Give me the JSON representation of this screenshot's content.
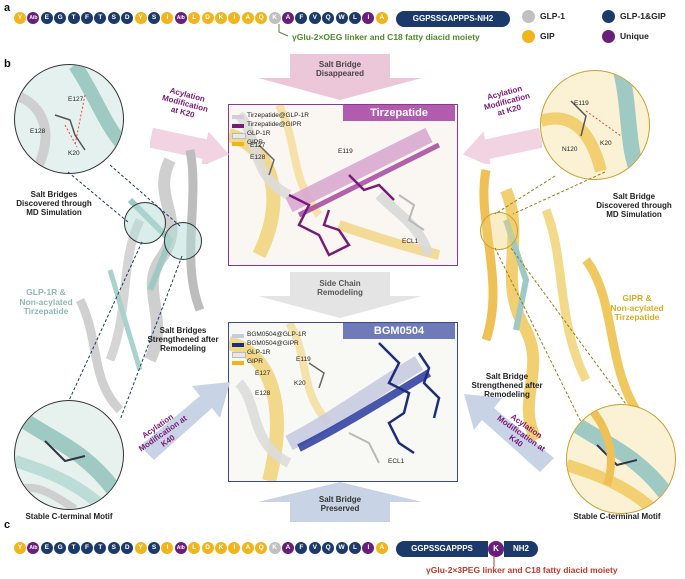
{
  "panel_labels": {
    "a": "a",
    "b": "b",
    "c": "c"
  },
  "colors": {
    "glp1": "#c0c0c0",
    "gip": "#f2b41c",
    "glp1_gip": "#1b3a6b",
    "unique": "#6a1e7c",
    "aib_white": "#ffffff"
  },
  "sequence_a": {
    "residues": [
      {
        "t": "Y",
        "c": "gip"
      },
      {
        "t": "Aib",
        "c": "unique"
      },
      {
        "t": "E",
        "c": "glp1_gip"
      },
      {
        "t": "G",
        "c": "glp1_gip"
      },
      {
        "t": "T",
        "c": "glp1_gip"
      },
      {
        "t": "F",
        "c": "glp1_gip"
      },
      {
        "t": "T",
        "c": "glp1_gip"
      },
      {
        "t": "S",
        "c": "glp1_gip"
      },
      {
        "t": "D",
        "c": "glp1_gip"
      },
      {
        "t": "Y",
        "c": "gip"
      },
      {
        "t": "S",
        "c": "glp1_gip"
      },
      {
        "t": "I",
        "c": "gip"
      },
      {
        "t": "Aib",
        "c": "unique"
      },
      {
        "t": "L",
        "c": "gip"
      },
      {
        "t": "D",
        "c": "gip"
      },
      {
        "t": "K",
        "c": "gip"
      },
      {
        "t": "I",
        "c": "gip"
      },
      {
        "t": "A",
        "c": "gip"
      },
      {
        "t": "Q",
        "c": "gip"
      },
      {
        "t": "K",
        "c": "glp1"
      },
      {
        "t": "A",
        "c": "unique"
      },
      {
        "t": "F",
        "c": "glp1_gip"
      },
      {
        "t": "V",
        "c": "glp1_gip"
      },
      {
        "t": "Q",
        "c": "glp1_gip"
      },
      {
        "t": "W",
        "c": "glp1_gip"
      },
      {
        "t": "L",
        "c": "glp1_gip"
      },
      {
        "t": "I",
        "c": "unique"
      },
      {
        "t": "A",
        "c": "gip"
      }
    ],
    "tail": "GGPSSGAPPPS-NH2",
    "linker_note": "γGlu-2×OEG linker and C18 fatty diacid moiety"
  },
  "sequence_c": {
    "residues": [
      {
        "t": "Y",
        "c": "gip"
      },
      {
        "t": "Aib",
        "c": "unique"
      },
      {
        "t": "E",
        "c": "glp1_gip"
      },
      {
        "t": "G",
        "c": "glp1_gip"
      },
      {
        "t": "T",
        "c": "glp1_gip"
      },
      {
        "t": "F",
        "c": "glp1_gip"
      },
      {
        "t": "T",
        "c": "glp1_gip"
      },
      {
        "t": "S",
        "c": "glp1_gip"
      },
      {
        "t": "D",
        "c": "glp1_gip"
      },
      {
        "t": "Y",
        "c": "gip"
      },
      {
        "t": "S",
        "c": "glp1_gip"
      },
      {
        "t": "I",
        "c": "gip"
      },
      {
        "t": "Aib",
        "c": "unique"
      },
      {
        "t": "L",
        "c": "gip"
      },
      {
        "t": "D",
        "c": "gip"
      },
      {
        "t": "K",
        "c": "gip"
      },
      {
        "t": "I",
        "c": "gip"
      },
      {
        "t": "A",
        "c": "gip"
      },
      {
        "t": "Q",
        "c": "gip"
      },
      {
        "t": "K",
        "c": "glp1"
      },
      {
        "t": "A",
        "c": "unique"
      },
      {
        "t": "F",
        "c": "glp1_gip"
      },
      {
        "t": "V",
        "c": "glp1_gip"
      },
      {
        "t": "Q",
        "c": "glp1_gip"
      },
      {
        "t": "W",
        "c": "glp1_gip"
      },
      {
        "t": "L",
        "c": "glp1_gip"
      },
      {
        "t": "I",
        "c": "unique"
      },
      {
        "t": "A",
        "c": "gip"
      }
    ],
    "tail": "GGPSSGAPPPS",
    "k_label": "K",
    "nh2_label": "NH2",
    "linker_note": "γGlu-2×3PEG linker and C18 fatty diacid moiety"
  },
  "legend": [
    {
      "label": "GLP-1",
      "color": "glp1"
    },
    {
      "label": "GLP-1&GIP",
      "color": "glp1_gip"
    },
    {
      "label": "GIP",
      "color": "gip"
    },
    {
      "label": "Unique",
      "color": "unique"
    }
  ],
  "top_center": {
    "arrow_label": "Salt Bridge\nDisappeared",
    "panel_title": "Tirzepatide",
    "legend": [
      {
        "label": "Tirzepatide@GLP-1R",
        "color": "#d9c9d9"
      },
      {
        "label": "Tirzepatide@GIPR",
        "color": "#7a1a78"
      },
      {
        "label": "GLP-1R",
        "color": "#e8e8e8"
      },
      {
        "label": "GIPR",
        "color": "#f2b41c"
      }
    ],
    "residue_labels": [
      "E127",
      "E128",
      "E119",
      "ECL1"
    ]
  },
  "middle_arrow": "Side Chain\nRemodeling",
  "bottom_center": {
    "panel_title": "BGM0504",
    "legend": [
      {
        "label": "BGM0504@GLP-1R",
        "color": "#c8cbe0"
      },
      {
        "label": "BGM0504@GIPR",
        "color": "#1b2e7a"
      },
      {
        "label": "GLP-1R",
        "color": "#e8e8e8"
      },
      {
        "label": "GIPR",
        "color": "#f2b41c"
      }
    ],
    "residue_labels": [
      "E119",
      "E127",
      "K20",
      "E128",
      "ECL1"
    ],
    "arrow_label": "Salt Bridge\nPreserved"
  },
  "left": {
    "acylation_k20": "Acylation\nModification\nat K20",
    "zoom_residues": [
      "E127",
      "E128",
      "K20"
    ],
    "salt_bridges_md": "Salt Bridges\nDiscovered through\nMD Simulation",
    "receptor_label": "GLP-1R &\nNon-acylated\nTirzepatide",
    "strengthened": "Salt Bridges\nStrengthened after\nRemodeling",
    "acylation_k40": "Acylation\nModification at\nK40",
    "motif": "Stable C-terminal Motif"
  },
  "right": {
    "acylation_k20": "Acylation\nModification\nat K20",
    "zoom_residues": [
      "E119",
      "N120",
      "K20"
    ],
    "salt_bridge_md": "Salt Bridge\nDiscovered through\nMD Simulation",
    "receptor_label": "GIPR &\nNon-acylated\nTirzepatide",
    "strengthened": "Salt Bridge\nStrengthened after\nRemodeling",
    "acylation_k40": "Acylation\nModification at\nK40",
    "motif": "Stable C-terminal Motif"
  }
}
